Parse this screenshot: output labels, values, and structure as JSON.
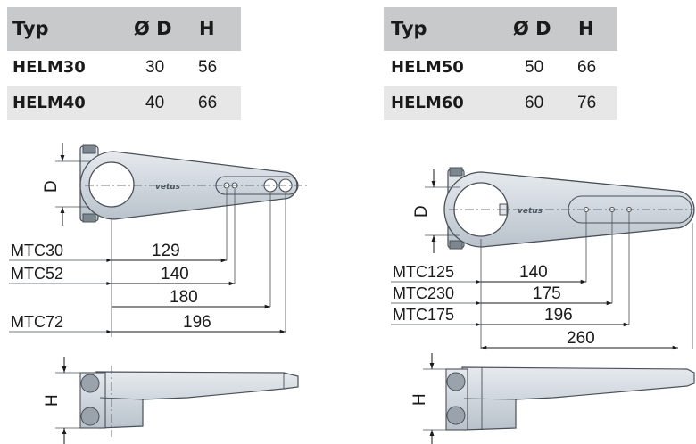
{
  "tables": {
    "left": {
      "headers": [
        "Typ",
        "Ø D",
        "H"
      ],
      "rows": [
        {
          "name": "HELM30",
          "d": "30",
          "h": "56"
        },
        {
          "name": "HELM40",
          "d": "40",
          "h": "66"
        }
      ]
    },
    "right": {
      "headers": [
        "Typ",
        "Ø D",
        "H"
      ],
      "rows": [
        {
          "name": "HELM50",
          "d": "50",
          "h": "66"
        },
        {
          "name": "HELM60",
          "d": "60",
          "h": "76"
        }
      ]
    }
  },
  "drawings": {
    "left": {
      "diameter_label": "D",
      "height_label": "H",
      "logo": "vetus",
      "mtc_labels": [
        "MTC30",
        "MTC52",
        "MTC72"
      ],
      "dimensions": [
        "129",
        "140",
        "180",
        "196"
      ]
    },
    "right": {
      "diameter_label": "D",
      "height_label": "H",
      "logo": "vetus",
      "mtc_labels": [
        "MTC125",
        "MTC230",
        "MTC175"
      ],
      "dimensions": [
        "140",
        "175",
        "196",
        "260"
      ]
    }
  },
  "colors": {
    "header_bg": "#c8c9cb",
    "row_alt_bg": "#e7e7e8",
    "part_fill": "#d3d9df",
    "part_stroke": "#4a5058"
  }
}
